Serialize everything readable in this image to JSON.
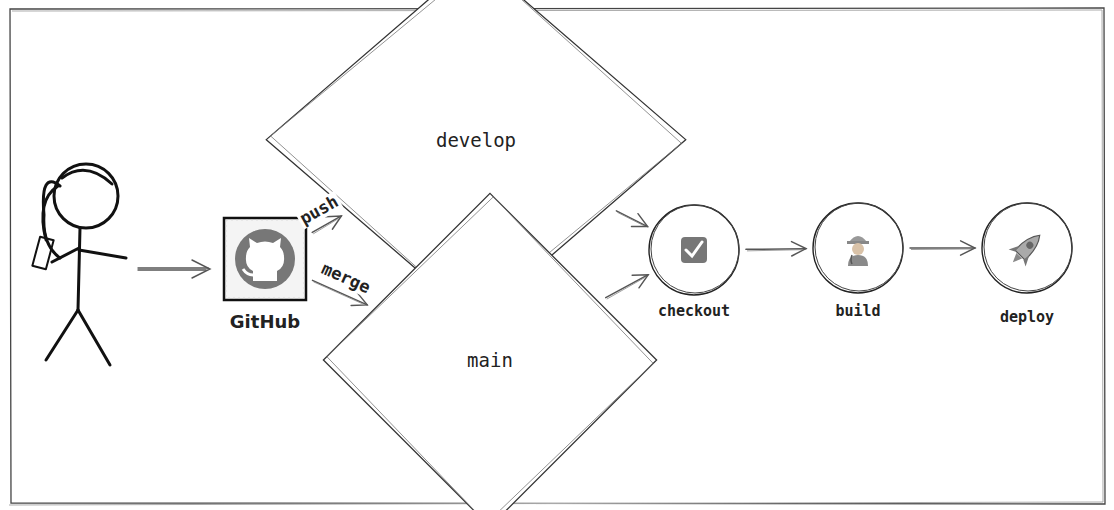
{
  "diagram": {
    "nodes": [
      {
        "text": [
          "GitHub"
        ]
      },
      {
        "text": [
          "develop"
        ]
      },
      {
        "text": [
          "main"
        ]
      },
      {
        "text": [
          "checkout"
        ]
      },
      {
        "text": [
          "build"
        ]
      },
      {
        "text": [
          "deploy"
        ]
      }
    ],
    "edges": [
      {
        "from": 0,
        "to": 1,
        "arrow": "to",
        "label": "push"
      },
      {
        "from": 0,
        "to": 2,
        "arrow": "to",
        "label": "merge"
      },
      {
        "from": 1,
        "to": 3,
        "arrow": "to"
      },
      {
        "from": 2,
        "to": 3,
        "arrow": "to"
      },
      {
        "from": 3,
        "to": 4,
        "arrow": "to"
      },
      {
        "from": 4,
        "to": 5,
        "arrow": "to"
      }
    ]
  }
}
